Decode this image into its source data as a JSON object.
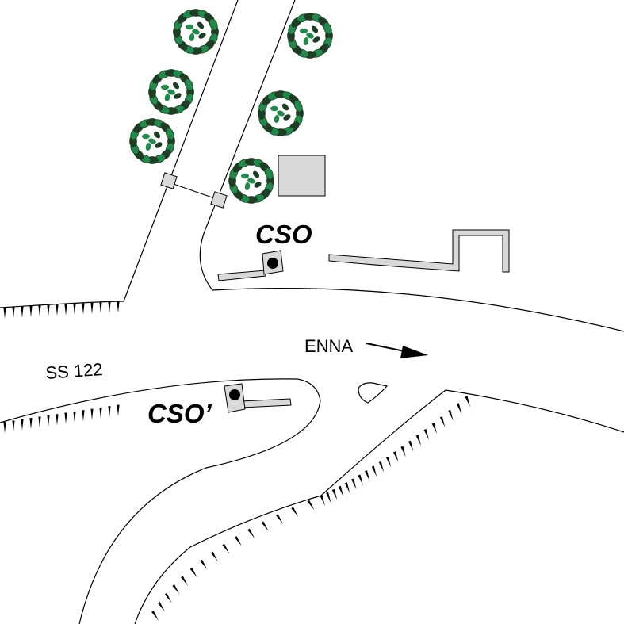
{
  "labels": {
    "road": "SS 122",
    "direction": "ENNA",
    "station_north": "CSO",
    "station_south": "CSO’"
  },
  "colors": {
    "line": "#000000",
    "structure_fill": "#d9d9d9",
    "tree_dark": "#1f3d25",
    "tree_green": "#1f8a4a",
    "background": "#ffffff"
  },
  "icons": {
    "tree": "tree-canopy-icon",
    "direction_arrow": "arrow-right-icon",
    "sensor": "filled-dot-icon",
    "embankment": "hachure-tick-marks"
  }
}
